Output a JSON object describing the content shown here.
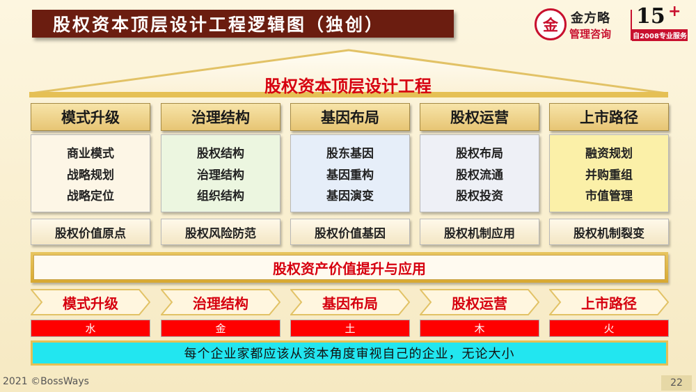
{
  "slide": {
    "title": "股权资本顶层设计工程逻辑图（独创）",
    "roof_title": "股权资本顶层设计工程",
    "foundation": "股权资产价值提升与应用",
    "bottom_message": "每个企业家都应该从资本角度审视自己的企业，无论大小"
  },
  "brand": {
    "seal": "金",
    "name": "金方略",
    "sub": "管理咨询",
    "years": "15",
    "plus": "+",
    "since": "自2008专业服务"
  },
  "columns": [
    {
      "head": "模式升级",
      "items": [
        "商业模式",
        "战略规划",
        "战略定位"
      ],
      "foot": "股权价值原点",
      "element": "水",
      "body_color": "#fdf6e6"
    },
    {
      "head": "治理结构",
      "items": [
        "股权结构",
        "治理结构",
        "组织结构"
      ],
      "foot": "股权风险防范",
      "element": "金",
      "body_color": "#ecf6e0"
    },
    {
      "head": "基因布局",
      "items": [
        "股东基因",
        "基因重构",
        "基因演变"
      ],
      "foot": "股权价值基因",
      "element": "土",
      "body_color": "#e6eef9"
    },
    {
      "head": "股权运营",
      "items": [
        "股权布局",
        "股权流通",
        "股权投资"
      ],
      "foot": "股权机制应用",
      "element": "木",
      "body_color": "#eef0f6"
    },
    {
      "head": "上市路径",
      "items": [
        "融资规划",
        "并购重组",
        "市值管理"
      ],
      "foot": "股权机制裂变",
      "element": "火",
      "body_color": "#fbf0a8"
    }
  ],
  "footer": {
    "copyright": "2021 ©BossWays",
    "page": "22"
  },
  "colors": {
    "title_bg": "#6b1d10",
    "accent_red": "#d6000f",
    "element_red": "#ff0000",
    "message_cyan": "#22e6f0",
    "gold": "#e7c574"
  }
}
